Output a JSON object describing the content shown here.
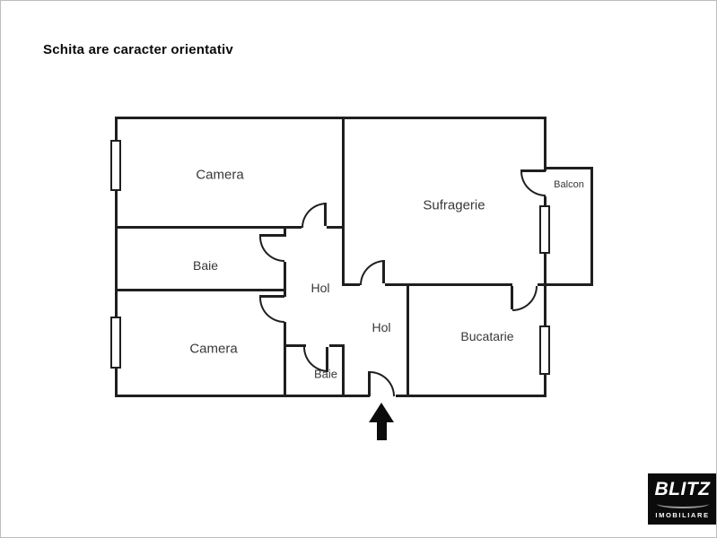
{
  "header": {
    "disclaimer": "Schita are caracter orientativ"
  },
  "floorplan": {
    "rooms": [
      {
        "id": "camera-1",
        "label": "Camera"
      },
      {
        "id": "baie-1",
        "label": "Baie"
      },
      {
        "id": "camera-2",
        "label": "Camera"
      },
      {
        "id": "hol-1",
        "label": "Hol"
      },
      {
        "id": "hol-2",
        "label": "Hol"
      },
      {
        "id": "baie-2",
        "label": "Baie"
      },
      {
        "id": "sufragerie",
        "label": "Sufragerie"
      },
      {
        "id": "bucatarie",
        "label": "Bucatarie"
      },
      {
        "id": "balcon",
        "label": "Balcon"
      }
    ],
    "icons": {
      "entrance_arrow": "up-arrow"
    },
    "colors": {
      "wall": "#1f1f1f",
      "background": "#ffffff",
      "logo_background": "#0b0b0b"
    }
  },
  "branding": {
    "logo_title": "BLITZ",
    "logo_subtitle": "IMOBILIARE"
  }
}
